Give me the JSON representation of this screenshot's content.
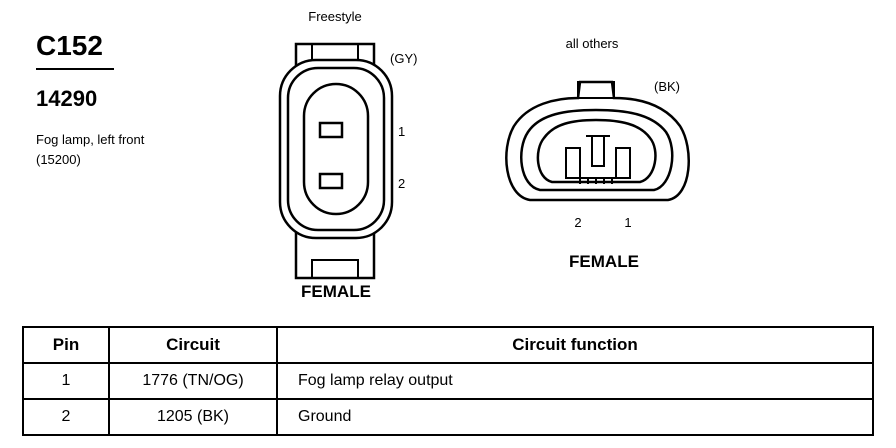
{
  "header": {
    "connector_id": "C152",
    "part_number": "14290",
    "description_line1": "Fog lamp, left front",
    "description_line2": "(15200)"
  },
  "views": [
    {
      "variant": "Freestyle",
      "color_code": "(GY)",
      "pins": [
        "1",
        "2"
      ],
      "gender": "FEMALE"
    },
    {
      "variant": "all others",
      "color_code": "(BK)",
      "pins": [
        "2",
        "1"
      ],
      "gender": "FEMALE"
    }
  ],
  "table": {
    "headers": [
      "Pin",
      "Circuit",
      "Circuit function"
    ],
    "rows": [
      {
        "pin": "1",
        "circuit": "1776 (TN/OG)",
        "function": "Fog lamp relay output"
      },
      {
        "pin": "2",
        "circuit": "1205 (BK)",
        "function": "Ground"
      }
    ]
  }
}
